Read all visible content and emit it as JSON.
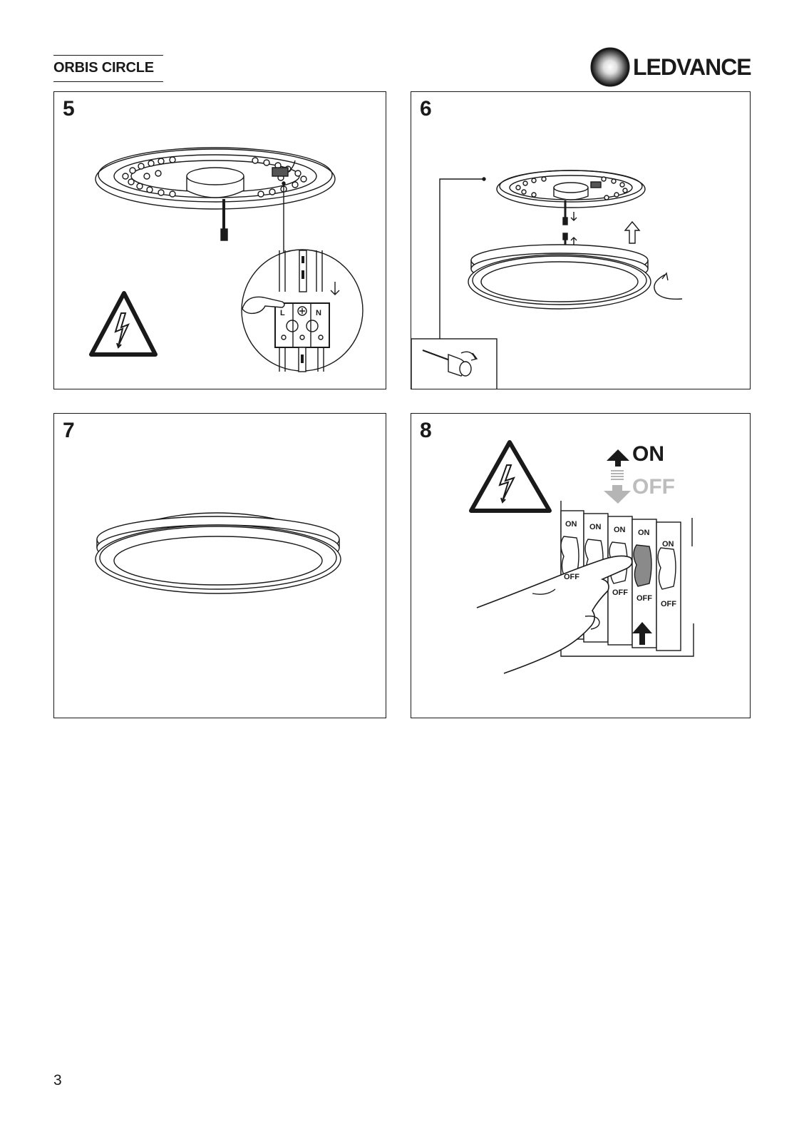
{
  "header": {
    "title": "ORBIS CIRCLE"
  },
  "logo": {
    "text": "LEDVANCE"
  },
  "steps": [
    {
      "number": "5",
      "terminal_labels": [
        "L",
        "N"
      ]
    },
    {
      "number": "6"
    },
    {
      "number": "7"
    },
    {
      "number": "8",
      "on_label": "ON",
      "off_label": "OFF",
      "switch_on_labels": [
        "ON",
        "ON",
        "ON",
        "ON",
        "ON"
      ],
      "switch_off_labels": [
        "OFF",
        "OFF",
        "OFF",
        "OFF"
      ]
    }
  ],
  "footer": {
    "page_number": "3"
  }
}
